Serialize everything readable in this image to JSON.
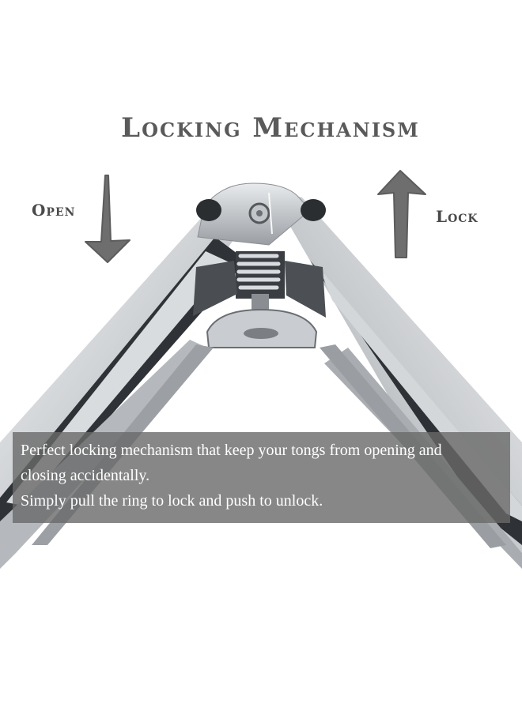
{
  "title": "Locking Mechanism",
  "labels": {
    "open": "Open",
    "lock": "Lock"
  },
  "caption": {
    "line1": "Perfect locking mechanism that keep your tongs from opening and",
    "line2": "closing accidentally.",
    "line3": "Simply pull the ring to lock and push to unlock."
  },
  "icons": {
    "open_arrow": "arrow-down-icon",
    "lock_arrow": "arrow-up-icon"
  },
  "colors": {
    "caption_background": "#696969",
    "text_dark": "#4a4a4a",
    "arrow": "#6e6e6e",
    "steel_light": "#e6e8ea",
    "steel_dark": "#3a3d40"
  }
}
